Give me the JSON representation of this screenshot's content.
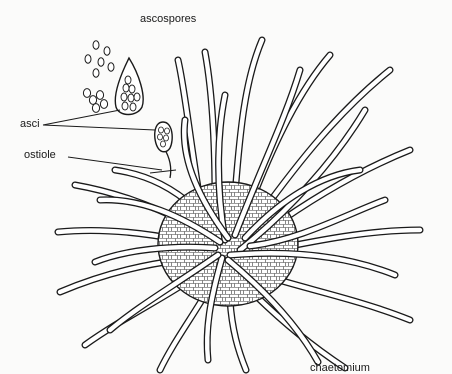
{
  "labels": {
    "ascospores": "ascospores",
    "asci": "asci",
    "ostiole": "ostiole",
    "genus": "chaetomium"
  },
  "colors": {
    "ink": "#1a1a1a",
    "paper": "#fbfbfa",
    "hair_fill": "#ffffff"
  }
}
